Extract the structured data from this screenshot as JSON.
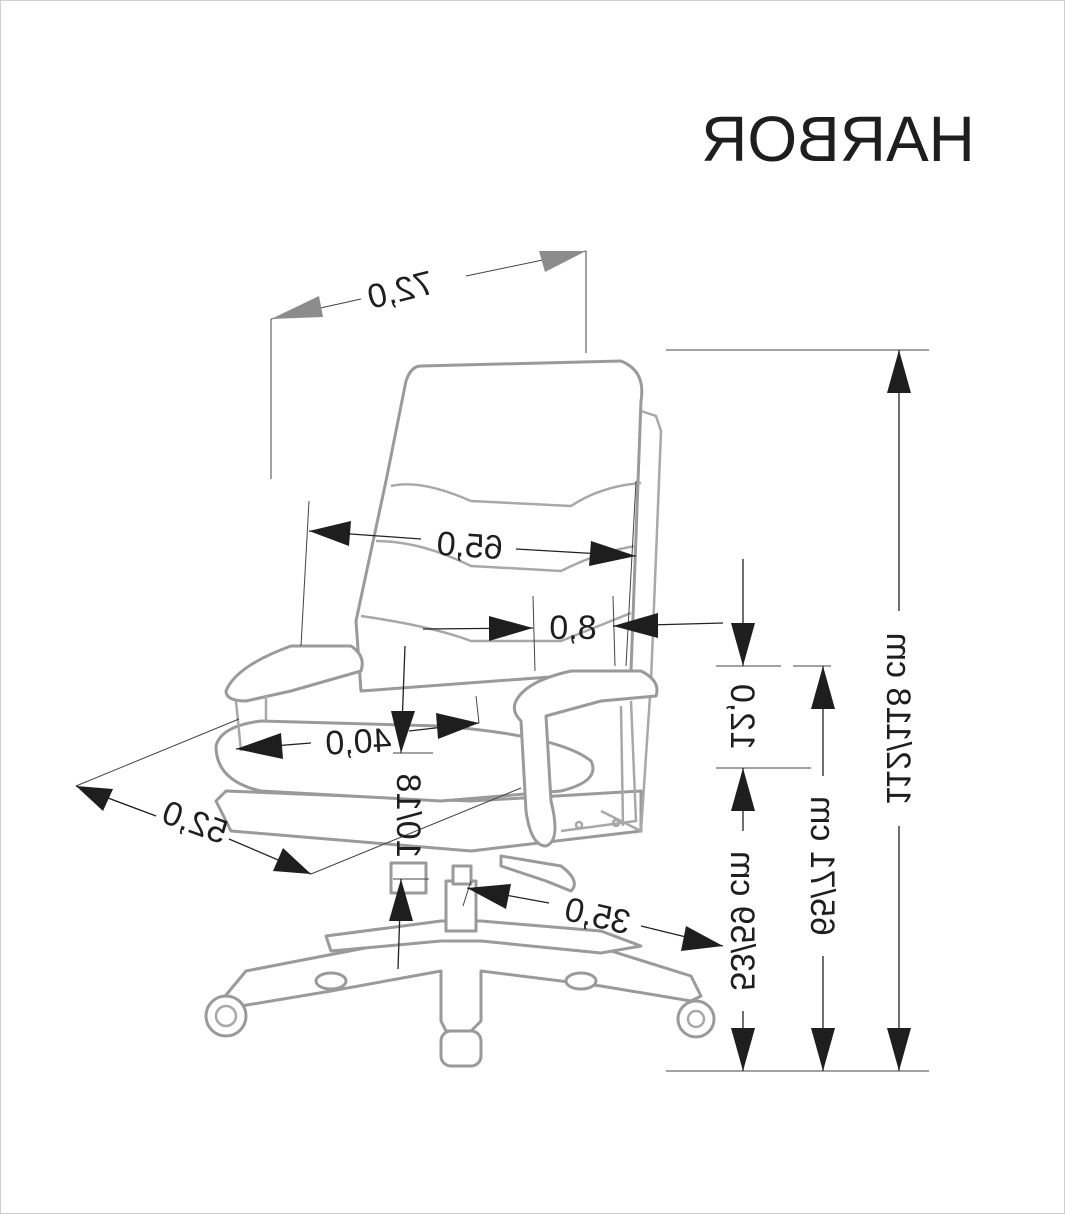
{
  "title": "HARBOR",
  "dimensions": {
    "overall_depth": "72,0",
    "backrest_width": "65,0",
    "armrest_width": "8,0",
    "seat_width": "40,0",
    "seat_depth": "52,0",
    "base_radius": "35,0",
    "armrest_above_seat": "12,0",
    "seat_height_adjust": "10/18",
    "seat_height": "53/59 cm",
    "armrest_height": "65/71 cm",
    "total_height": "112/118 cm"
  },
  "colors": {
    "line": "#1e1e1e",
    "drawing": "#9a9a9a",
    "grey_arrow": "#8c8c8c"
  }
}
